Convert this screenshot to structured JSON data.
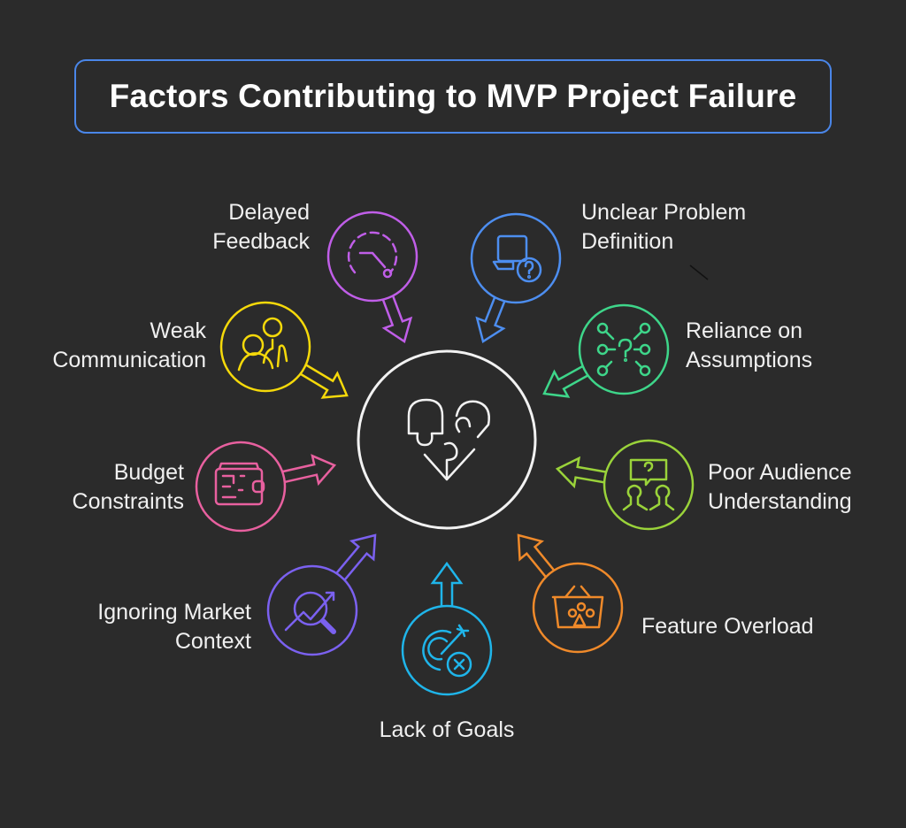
{
  "title": "Factors Contributing to MVP Project Failure",
  "background": "#2b2b2b",
  "center": {
    "icon": "puzzle-heart-icon",
    "color": "#f2f2f2"
  },
  "factors": [
    {
      "id": "delayed-feedback",
      "lines": [
        "Delayed",
        "Feedback"
      ],
      "color": "#c05ee8",
      "icon": "timer-icon"
    },
    {
      "id": "unclear-problem-definition",
      "lines": [
        "Unclear Problem",
        "Definition"
      ],
      "color": "#4d8ef0",
      "icon": "laptop-question-icon"
    },
    {
      "id": "reliance-on-assumptions",
      "lines": [
        "Reliance on",
        "Assumptions"
      ],
      "color": "#3ed68a",
      "icon": "network-question-icon"
    },
    {
      "id": "poor-audience-understanding",
      "lines": [
        "Poor Audience",
        "Understanding"
      ],
      "color": "#9ad33a",
      "icon": "audience-question-icon"
    },
    {
      "id": "feature-overload",
      "lines": [
        "Feature Overload"
      ],
      "color": "#f08a2a",
      "icon": "basket-shapes-icon"
    },
    {
      "id": "lack-of-goals",
      "lines": [
        "Lack of Goals"
      ],
      "color": "#1fb5ea",
      "icon": "target-x-icon"
    },
    {
      "id": "ignoring-market-context",
      "lines": [
        "Ignoring Market",
        "Context"
      ],
      "color": "#7b61f0",
      "icon": "market-search-icon"
    },
    {
      "id": "budget-constraints",
      "lines": [
        "Budget",
        "Constraints"
      ],
      "color": "#e8609f",
      "icon": "wallet-icon"
    },
    {
      "id": "weak-communication",
      "lines": [
        "Weak",
        "Communication"
      ],
      "color": "#f5d90a",
      "icon": "people-talk-icon"
    }
  ]
}
